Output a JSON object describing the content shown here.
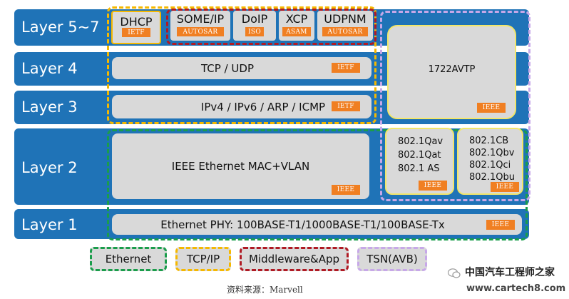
{
  "layers": [
    {
      "label": "Layer 5~7"
    },
    {
      "label": "Layer 4"
    },
    {
      "label": "Layer 3"
    },
    {
      "label": "Layer 2"
    },
    {
      "label": "Layer 1"
    }
  ],
  "app_protocols": [
    {
      "name": "DHCP",
      "org": "IETF"
    },
    {
      "name": "SOME/IP",
      "org": "AUTOSAR"
    },
    {
      "name": "DoIP",
      "org": "ISO"
    },
    {
      "name": "XCP",
      "org": "ASAM"
    },
    {
      "name": "UDPNM",
      "org": "AUTOSAR"
    }
  ],
  "transport": {
    "name": "TCP / UDP",
    "org": "IETF"
  },
  "network": {
    "name": "IPv4 / IPv6 / ARP / ICMP",
    "org": "IETF"
  },
  "datalink": {
    "name": "IEEE Ethernet MAC+VLAN",
    "org": "IEEE"
  },
  "physical": {
    "name": "Ethernet PHY: 100BASE-T1/1000BASE-T1/100BASE-Tx",
    "org": "IEEE"
  },
  "avtp": {
    "name": "1722AVTP",
    "org": "IEEE"
  },
  "avb_std": {
    "lines": [
      "802.1Qav",
      "802.1Qat",
      "802.1 AS"
    ],
    "org": "IEEE"
  },
  "tsn_std": {
    "lines": [
      "802.1CB",
      "802.1Qbv",
      "802.1Qci",
      "802.1Qbu"
    ],
    "org": "IEEE"
  },
  "legend": [
    {
      "label": "Ethernet",
      "color": "#1a9d4b"
    },
    {
      "label": "TCP/IP",
      "color": "#f5b800"
    },
    {
      "label": "Middleware&App",
      "color": "#b01a24"
    },
    {
      "label": "TSN(AVB)",
      "color": "#c7a8e8"
    }
  ],
  "source": "资料来源：Marvell",
  "watermark": {
    "line1": "中国汽车工程师之家",
    "line2": "www.cartech8.com"
  },
  "colors": {
    "band": "#1f73b7",
    "box": "#d9d9d9",
    "tag": "#f07f22",
    "ethernet": "#1a9d4b",
    "tcpip": "#f5b800",
    "middleware": "#b01a24",
    "tsn": "#c7a8e8"
  }
}
